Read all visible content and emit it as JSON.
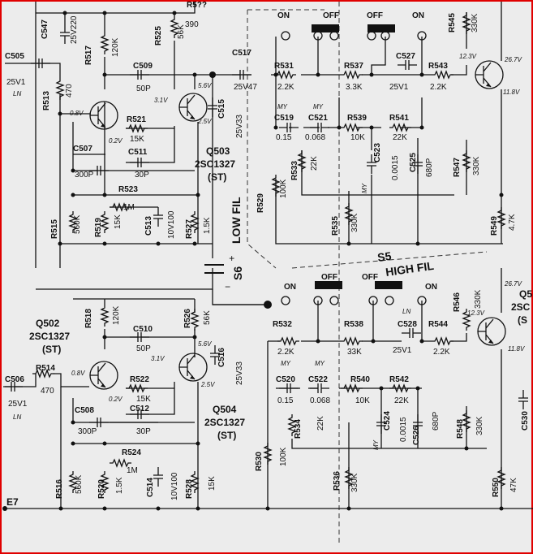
{
  "labels": {
    "C547": "C547",
    "C547v": "25V220",
    "R517": "R517",
    "R517v": "120K",
    "R525": "R525",
    "R525v": "56K",
    "R5xx": "R5??",
    "R5xxv": "390",
    "C505": "C505",
    "C505v": "25V1",
    "LN": "LN",
    "R513": "R513",
    "R513v": "470",
    "C509": "C509",
    "C509v": "50P",
    "V56a": "5.6V",
    "V31a": "3.1V",
    "V08a": "0.8V",
    "V02a": "0.2V",
    "V25a": "2.5V",
    "R521": "R521",
    "R521v": "15K",
    "C515": "C515",
    "C515v": "25V33",
    "C507": "C507",
    "C507v": "300P",
    "C511": "C511",
    "C511v": "30P",
    "Q503": "Q503",
    "Q503t": "2SC1327",
    "Q503s": "(ST)",
    "R523": "R523",
    "R523v": "1M",
    "R515": "R515",
    "R515v": "560K",
    "R519": "R519",
    "R519v": "15K",
    "C513": "C513",
    "C513v": "10V100",
    "R527": "R527",
    "R527v": "1.5K",
    "LOWFIL": "LOW FIL",
    "S6": "S6",
    "ON1": "ON",
    "OFF1": "OFF",
    "OFF2": "OFF",
    "ON2": "ON",
    "C517": "C517",
    "C517v": "25V47",
    "R531": "R531",
    "R531v": "2.2K",
    "R537": "R537",
    "R537v": "3.3K",
    "C527": "C527",
    "C527v": "25V1",
    "R543": "R543",
    "R543v": "2.2K",
    "R545": "R545",
    "R545v": "330K",
    "V123a": "12.3V",
    "V267a": "26.7V",
    "V118a": "11.8V",
    "MY": "MY",
    "C519": "C519",
    "C519v": "0.15",
    "C521": "C521",
    "C521v": "0.068",
    "R539": "R539",
    "R539v": "10K",
    "R541": "R541",
    "R541v": "22K",
    "R533": "R533",
    "R533v": "22K",
    "C523": "C523",
    "C523v": "0.0015",
    "C525": "C525",
    "C525v": "680P",
    "R547": "R547",
    "R547v": "330K",
    "R529": "R529",
    "R529v": "100K",
    "R535": "R535",
    "R535v": "330K",
    "R549": "R549",
    "R549v": "4.7K",
    "S5": "S5",
    "HIGHFIL": "HIGH FIL",
    "ON3": "ON",
    "OFF3": "OFF",
    "OFF4": "OFF",
    "ON4": "ON",
    "R518": "R518",
    "R518v": "120K",
    "R526": "R526",
    "R526v": "56K",
    "C510": "C510",
    "C510v": "50P",
    "Q502": "Q502",
    "Q502t": "2SC1327",
    "Q502s": "(ST)",
    "R514": "R514",
    "R514v": "470",
    "C506": "C506",
    "C506v": "25V1",
    "C516": "C516",
    "C516v": "25V33",
    "R522": "R522",
    "R522v": "15K",
    "C508": "C508",
    "C508v": "300P",
    "C512": "C512",
    "C512v": "30P",
    "Q504": "Q504",
    "Q504t": "2SC1327",
    "Q504s": "(ST)",
    "R524": "R524",
    "R524v": "1M",
    "R516": "R516",
    "R516v": "560K",
    "R520": "R520",
    "R520v": "1.5K",
    "C514": "C514",
    "C514v": "10V100",
    "R528": "R528",
    "R528v": "15K",
    "R532": "R532",
    "R532v": "2.2K",
    "R538": "R538",
    "R538v": "33K",
    "C528": "C528",
    "C528v": "25V1",
    "R544": "R544",
    "R544v": "2.2K",
    "R546": "R546",
    "R546v": "330K",
    "V267b": "26.7V",
    "V123b": "12.3V",
    "V118b": "11.8V",
    "Q5": "Q5",
    "Q5t": "2SC",
    "Q5s": "(S",
    "C520": "C520",
    "C520v": "0.15",
    "C522": "C522",
    "C522v": "0.068",
    "R540": "R540",
    "R540v": "10K",
    "R542": "R542",
    "R542v": "22K",
    "R534": "R534",
    "R534v": "22K",
    "C524": "C524",
    "C524v": "0.0015",
    "C526": "C526",
    "C526v": "680P",
    "R548": "R548",
    "R548v": "330K",
    "C530": "C530",
    "R530": "R530",
    "R530v": "100K",
    "R536": "R536",
    "R536v": "330K",
    "R550": "R550",
    "R550v": "47K",
    "E7": "E7"
  },
  "colors": {
    "border": "#e00000",
    "ink": "#111111",
    "paper": "#ececec"
  }
}
